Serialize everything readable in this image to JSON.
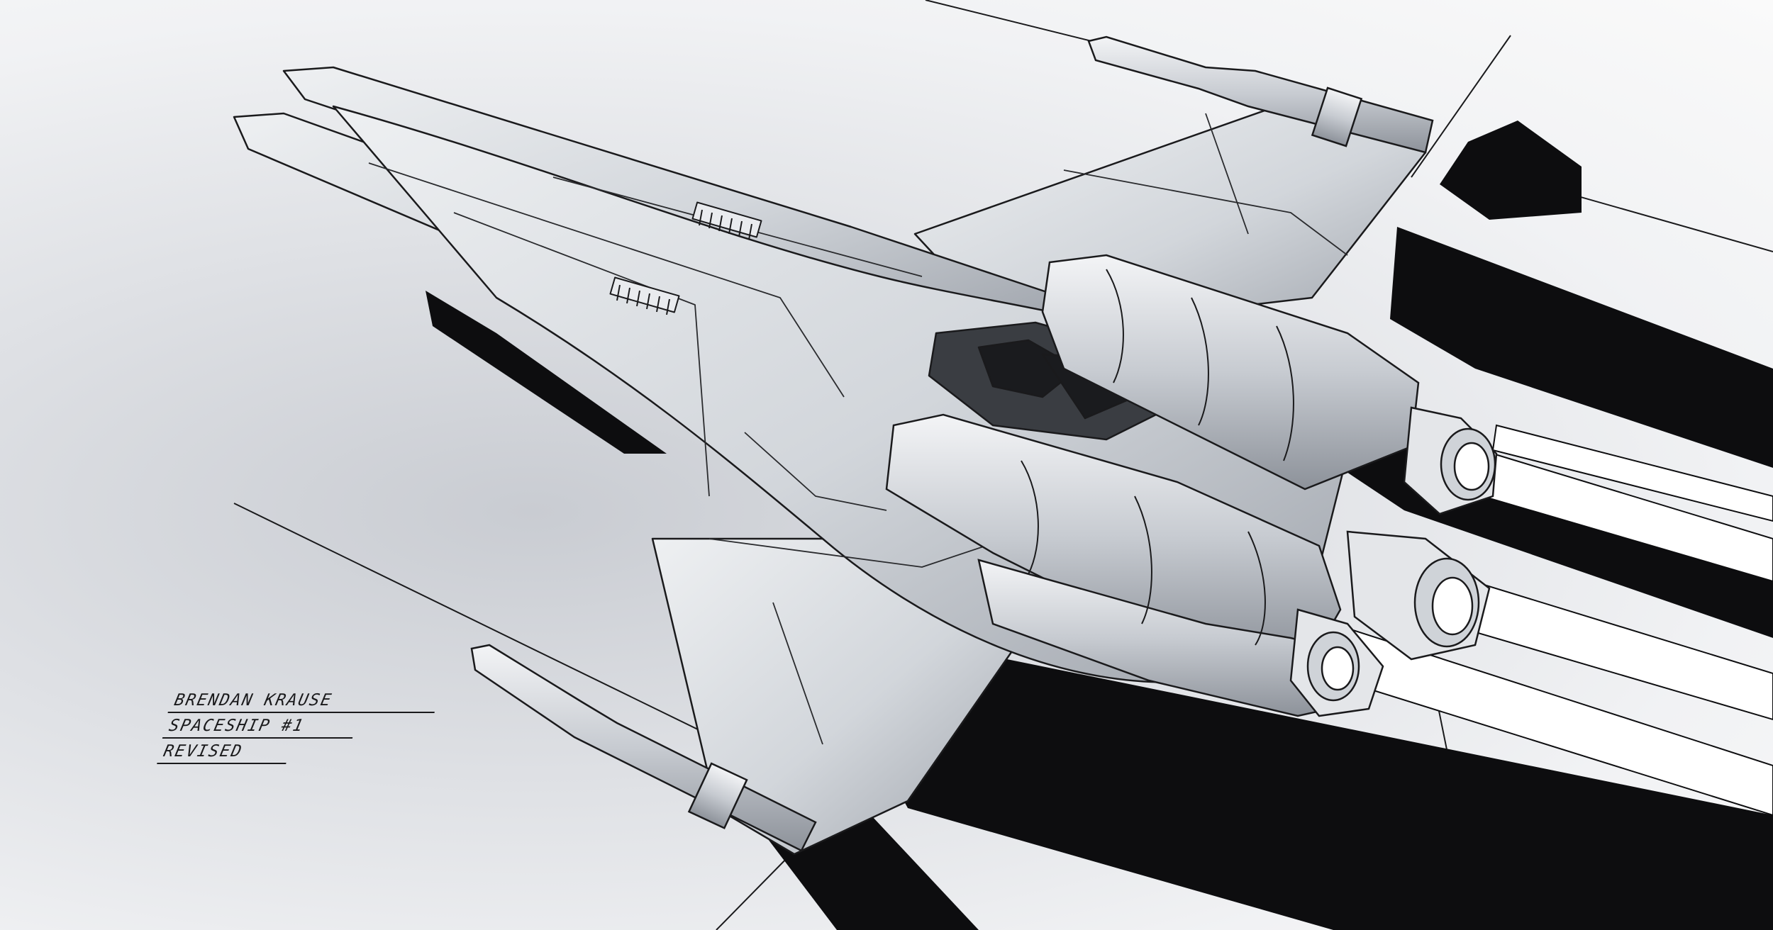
{
  "artwork": {
    "subject": "spaceship",
    "colors": {
      "paper": "#f4f5f7",
      "hull": "#d7dade",
      "hull_shade": "#a9aeb6",
      "ink": "#111214",
      "thruster_glow": "#ffffff"
    },
    "signature": {
      "line1": "BRENDAN KRAUSE",
      "line2": "SPACESHIP #1",
      "line3": "REVISED"
    }
  }
}
